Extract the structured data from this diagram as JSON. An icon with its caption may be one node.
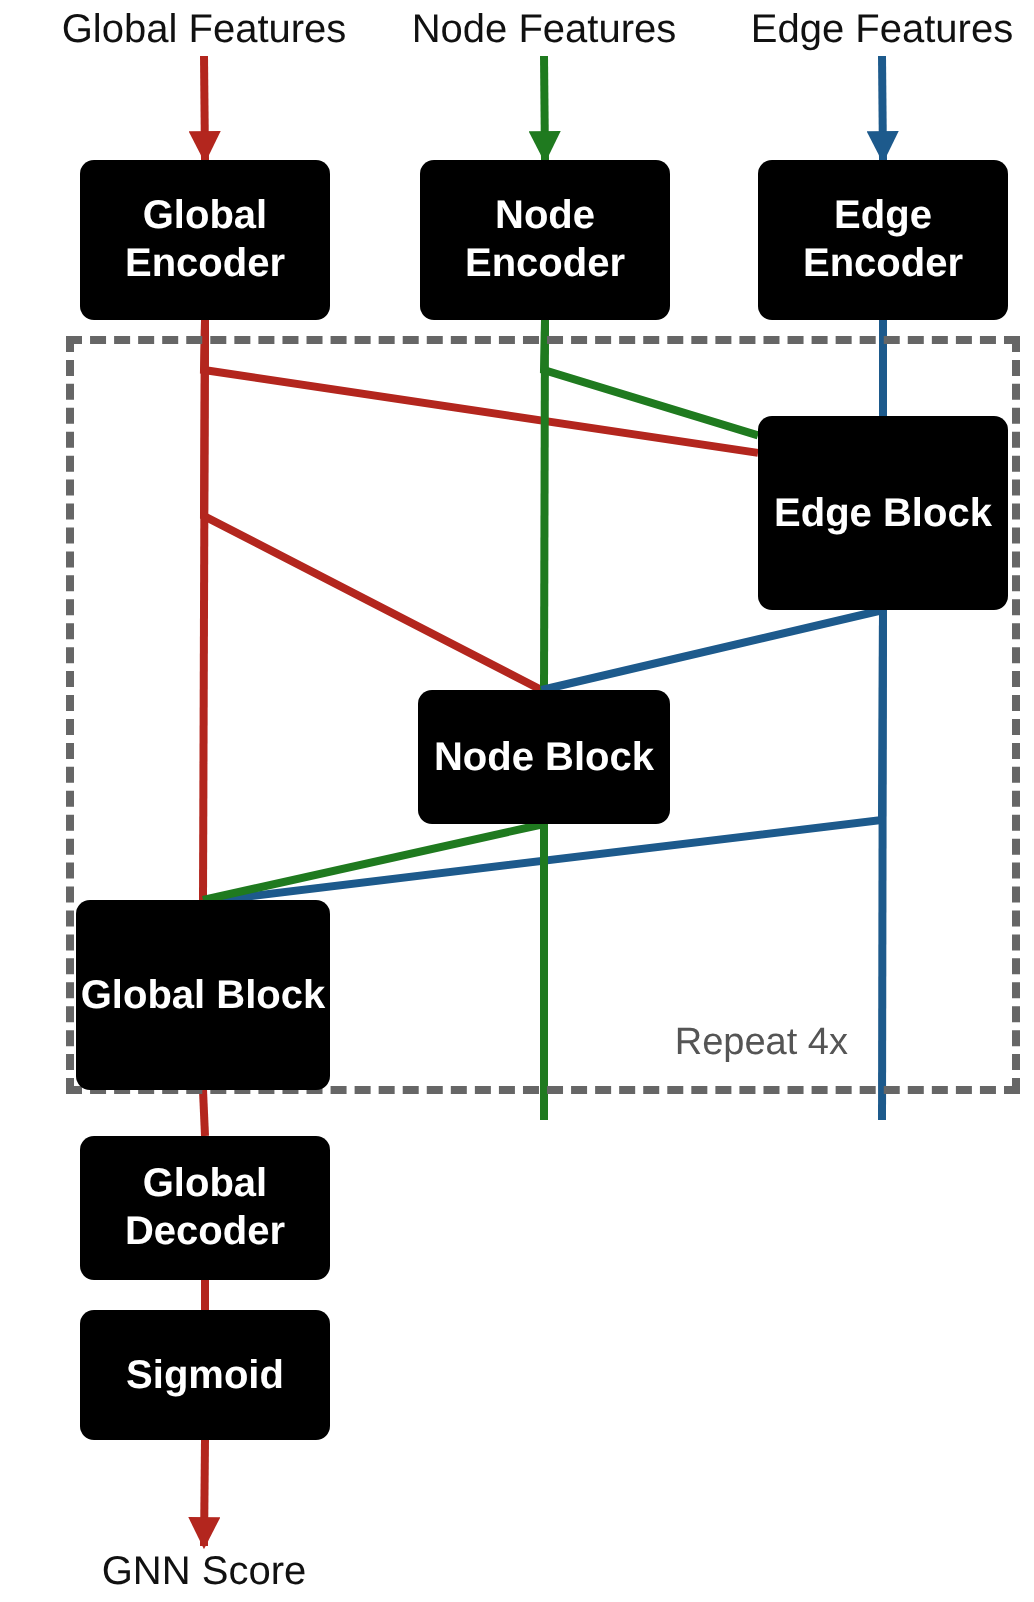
{
  "diagram": {
    "nodes": [
      {
        "text": [
          "Global Features"
        ]
      },
      {
        "text": [
          "Node Features"
        ]
      },
      {
        "text": [
          "Edge Features"
        ]
      },
      {
        "text": [
          "Global Encoder"
        ]
      },
      {
        "text": [
          "Node Encoder"
        ]
      },
      {
        "text": [
          "Edge Encoder"
        ]
      },
      {
        "text": [
          "Repeat 4x"
        ]
      },
      {
        "text": [
          "Edge Block"
        ],
        "in": 6
      },
      {
        "text": [
          "Node Block"
        ],
        "in": 6
      },
      {
        "text": [
          "Global Block"
        ],
        "in": 6
      },
      {
        "text": [
          "Global Decoder"
        ]
      },
      {
        "text": [
          "Sigmoid"
        ]
      },
      {
        "text": [
          "GNN Score"
        ]
      }
    ],
    "edges": [
      {
        "from": 0,
        "to": 3,
        "arrow": "to",
        "color": "#b3261e"
      },
      {
        "from": 1,
        "to": 4,
        "arrow": "to",
        "color": "#1f7a1f"
      },
      {
        "from": 2,
        "to": 5,
        "arrow": "to",
        "color": "#1d5a8c"
      },
      {
        "from": 3,
        "to": 7,
        "arrow": "none",
        "color": "#b3261e"
      },
      {
        "from": 3,
        "to": 8,
        "arrow": "none",
        "color": "#b3261e"
      },
      {
        "from": 3,
        "to": 9,
        "arrow": "none",
        "color": "#b3261e"
      },
      {
        "from": 4,
        "to": 7,
        "arrow": "none",
        "color": "#1f7a1f"
      },
      {
        "from": 4,
        "to": 8,
        "arrow": "none",
        "color": "#1f7a1f"
      },
      {
        "from": 5,
        "to": 7,
        "arrow": "none",
        "color": "#1d5a8c"
      },
      {
        "from": 7,
        "to": 8,
        "arrow": "none",
        "color": "#1d5a8c"
      },
      {
        "from": 7,
        "to": 9,
        "arrow": "none",
        "color": "#1d5a8c"
      },
      {
        "from": 8,
        "to": 9,
        "arrow": "none",
        "color": "#1f7a1f"
      },
      {
        "from": 8,
        "to": null,
        "arrow": "none",
        "color": "#1f7a1f"
      },
      {
        "from": 7,
        "to": null,
        "arrow": "none",
        "color": "#1d5a8c"
      },
      {
        "from": 9,
        "to": 10,
        "arrow": "none",
        "color": "#b3261e"
      },
      {
        "from": 10,
        "to": 11,
        "arrow": "none",
        "color": "#b3261e"
      },
      {
        "from": 11,
        "to": 12,
        "arrow": "to",
        "color": "#b3261e"
      }
    ]
  }
}
